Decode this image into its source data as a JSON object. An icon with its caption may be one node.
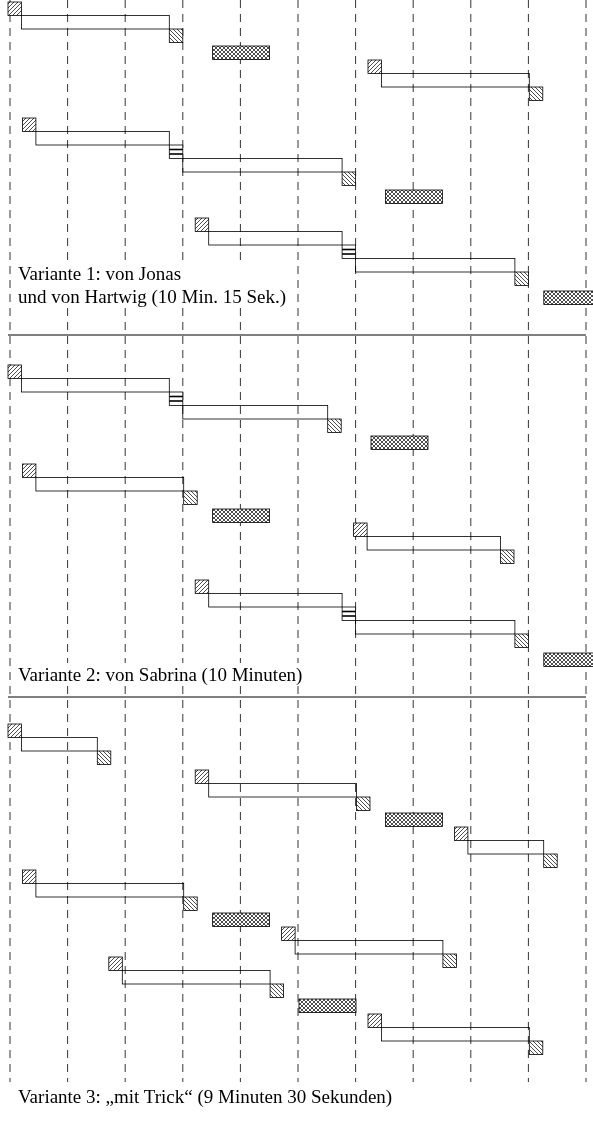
{
  "diagram": {
    "labels": [
      "Variante 1: von Jonas und von Hartwig (10 Min. 15 Sek.)",
      "Variante 2: von Sabrina (10 Minuten)",
      "Variante 3: „mit Trick“ (9 Minuten 30 Sekunden)"
    ]
  }
}
